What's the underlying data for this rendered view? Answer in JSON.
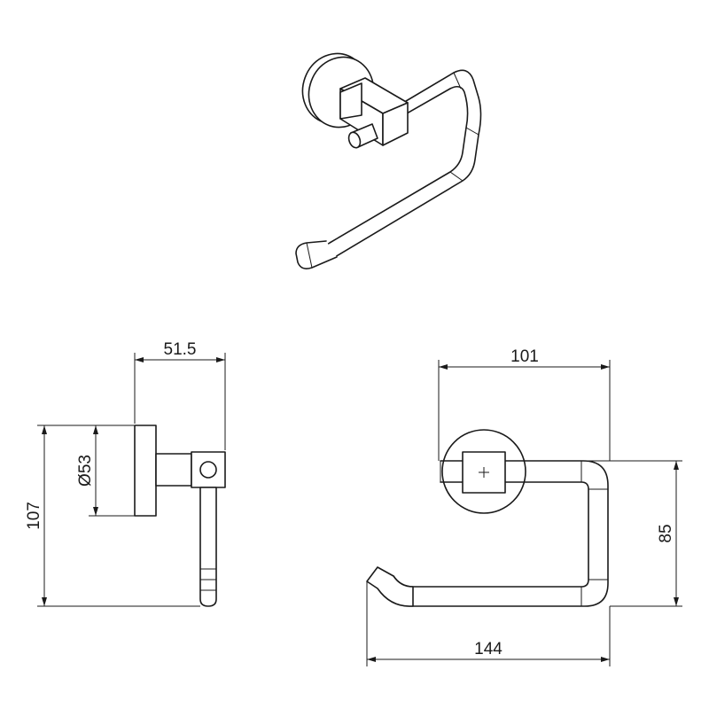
{
  "dimensions": {
    "depth": "51.5",
    "base_diameter": "Ø53",
    "height": "107",
    "base_width": "101",
    "arm_height": "85",
    "total_width": "144"
  }
}
